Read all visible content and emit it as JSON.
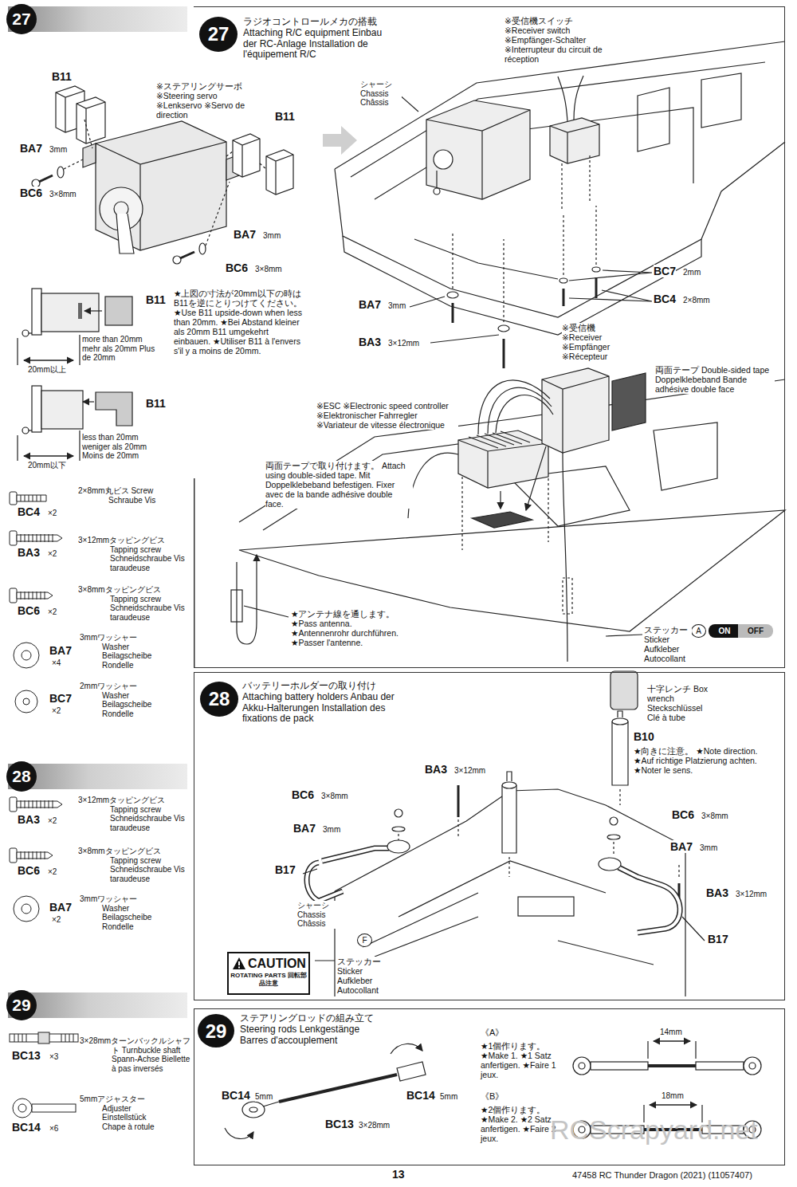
{
  "diagram": {
    "nodes": [
      {
        "text": [
          "27"
        ]
      },
      {
        "text": [
          "ラジオコントロールメカの搭載 Attaching R/C equipment Einbau der RC-Anlage Installation de l'équipement R/C"
        ]
      },
      {
        "text": [
          "27"
        ],
        "in": 1
      },
      {
        "text": [
          "A"
        ],
        "in": 1
      },
      {
        "text": [
          "ON"
        ],
        "in": 1
      },
      {
        "text": [
          "OFF"
        ],
        "in": 1
      },
      {
        "text": [
          "28"
        ]
      },
      {
        "text": [
          "バッテリーホルダーの取り付け Attaching battery holders Anbau der Akku-Halterungen Installation des fixations de pack"
        ]
      },
      {
        "text": [
          "28"
        ],
        "in": 7
      },
      {
        "text": [
          "F"
        ],
        "in": 7
      },
      {
        "text": [
          "CAUTION",
          "ROTATING PARTS 回転部品注意"
        ],
        "in": 7
      },
      {
        "text": [
          "29"
        ]
      },
      {
        "text": [
          "ステアリングロッドの組み立て Steering rods Lenkgestänge Barres d'accouplement"
        ]
      },
      {
        "text": [
          "29"
        ],
        "in": 12
      }
    ],
    "labels": [
      "B11",
      "※ステアリングサーボ ※Steering servo ※Lenkservo ※Servo de direction",
      "B11",
      "BA7",
      "3mm",
      "BC6",
      "3×8mm",
      "BA7",
      "3mm",
      "BC6",
      "3×8mm",
      "B11",
      "more than 20mm mehr als 20mm Plus de 20mm",
      "20mm以上",
      "★上図の寸法が20mm以下の時は B11を逆にとりつけてください。 ★Use B11 upside-down when less than 20mm. ★Bei Abstand kleiner als 20mm B11 umgekehrt einbauen. ★Utiliser B11 à l'envers s'il y a moins de 20mm.",
      "B11",
      "less than 20mm weniger als 20mm Moins de 20mm",
      "20mm以下",
      "BC4",
      "×2",
      "2×8mm丸ビス Screw Schraube Vis",
      "BA3",
      "×2",
      "3×12mmタッピングビス Tapping screw Schneidschraube Vis taraudeuse",
      "BC6",
      "×2",
      "3×8mmタッピングビス Tapping screw Schneidschraube Vis taraudeuse",
      "BA7",
      "×4",
      "3mmワッシャー Washer Beilagscheibe Rondelle",
      "BC7",
      "×2",
      "2mmワッシャー Washer Beilagscheibe Rondelle",
      "BA3",
      "×2",
      "3×12mmタッピングビス Tapping screw Schneidschraube Vis taraudeuse",
      "BC6",
      "×2",
      "3×8mmタッピングビス Tapping screw Schneidschraube Vis taraudeuse",
      "BA7",
      "×2",
      "3mmワッシャー Washer Beilagscheibe Rondelle",
      "BC13",
      "×3",
      "3×28mmターンバックルシャフト Turnbuckle shaft Spann-Achse Biellette à pas inversés",
      "BC14",
      "×6",
      "5mmアジャスター Adjuster Einstellstück Chape à rotule",
      "※受信機スイッチ ※Receiver switch ※Empfänger-Schalter ※Interrupteur du circuit de réception",
      "シャーシ Chassis Châssis",
      "BC7",
      "2mm",
      "BC4",
      "2×8mm",
      "BA7",
      "3mm",
      "BA3",
      "3×12mm",
      "※受信機 ※Receiver ※Empfänger ※Récepteur",
      "両面テープ Double-sided tape Doppelklebeband Bande adhésive double face",
      "※ESC ※Electronic speed controller ※Elektronischer Fahrregler ※Variateur de vitesse électronique",
      "両面テープで取り付けます。 Attach using double-sided tape. Mit Doppelklebeband befestigen. Fixer avec de la bande adhésive double face.",
      "★アンテナ線を通します。 ★Pass antenna. ★Antennenrohr durchführen. ★Passer l'antenne.",
      "ステッカー Sticker Aufkleber Autocollant",
      "十字レンチ Box wrench Steckschlüssel Clé à tube",
      "B10",
      "★向きに注意。 ★Note direction. ★Auf richtige Platzierung achten. ★Noter le sens.",
      "BA3",
      "3×12mm",
      "BC6",
      "3×8mm",
      "BC6",
      "3×8mm",
      "BA7",
      "3mm",
      "BA7",
      "3mm",
      "B17",
      "BA3",
      "3×12mm",
      "シャーシ Chassis Châssis",
      "B17",
      "ステッカー Sticker Aufkleber Autocollant",
      "BC14",
      "5mm",
      "BC14",
      "5mm",
      "BC13",
      "3×28mm",
      "《A》",
      "★1個作ります。 ★Make 1. ★1 Satz anfertigen. ★Faire 1 jeux.",
      "14mm",
      "《B》",
      "★2個作ります。 ★Make 2. ★2 Satz anfertigen. ★Faire 2 jeux.",
      "18mm",
      "RCScrapyard.net",
      "13",
      "47458 RC Thunder Dragon (2021) (11057407)"
    ]
  }
}
